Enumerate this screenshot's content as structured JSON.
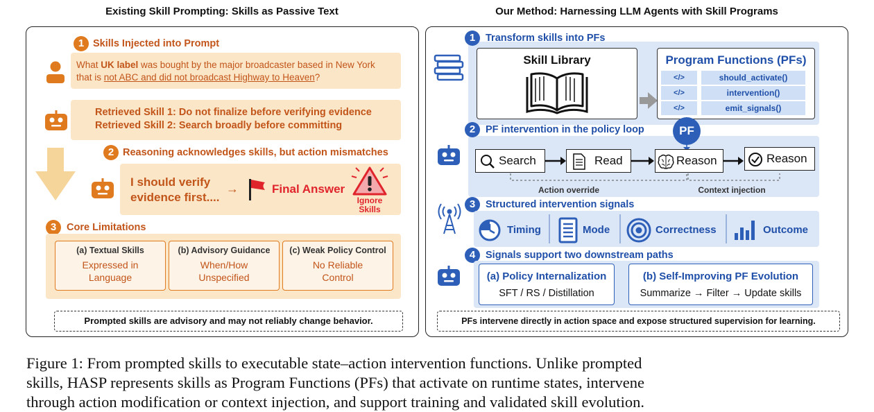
{
  "left_panel": {
    "title": "Existing Skill Prompting: Skills as Passive Text",
    "sec1": {
      "num": "1",
      "title": "Skills Injected into Prompt",
      "query_p1": "What ",
      "query_bold": "UK label",
      "query_p2": " was bought by the major broadcaster based in New York",
      "query_p3": "that is ",
      "query_underlined": "not ABC and did not broadcast Highway to Heaven",
      "query_p4": "?",
      "skill1": "Retrieved Skill 1: Do not finalize before verifying evidence",
      "skill2": "Retrieved Skill 2: Search broadly before committing"
    },
    "sec2": {
      "num": "2",
      "title": "Reasoning acknowledges skills, but action mismatches",
      "reason_line1": "I should verify",
      "reason_line2": "evidence first....",
      "arrow": "→",
      "final_answer": "Final Answer",
      "ignore": "Ignore",
      "skills": "Skills"
    },
    "sec3": {
      "num": "3",
      "title": "Core Limitations",
      "limits": [
        {
          "head": "(a) Textual Skills",
          "line1": "Expressed in",
          "line2": "Language"
        },
        {
          "head": "(b) Advisory Guidance",
          "line1": "When/How",
          "line2": "Unspecified"
        },
        {
          "head": "(c) Weak Policy Control",
          "line1": "No Reliable",
          "line2": "Control"
        }
      ]
    },
    "footer": "Prompted skills are advisory and may not reliably change behavior."
  },
  "right_panel": {
    "title": "Our Method: Harnessing LLM Agents with Skill Programs",
    "sec1": {
      "num": "1",
      "title": "Transform skills into PFs",
      "library": "Skill Library",
      "pf_title": "Program Functions (PFs)",
      "tag": "</>",
      "functions": [
        "should_activate()",
        "intervention()",
        "emit_signals()"
      ]
    },
    "sec2": {
      "num": "2",
      "title": "PF intervention in the policy loop",
      "pf_badge": "PF",
      "nodes": [
        "Search",
        "Read",
        "Reason",
        "Reason"
      ],
      "action_override": "Action override",
      "context_injection": "Context injection"
    },
    "sec3": {
      "num": "3",
      "title": "Structured intervention signals",
      "signals": [
        "Timing",
        "Mode",
        "Correctness",
        "Outcome"
      ]
    },
    "sec4": {
      "num": "4",
      "title": "Signals support two downstream paths",
      "path_a_title": "(a) Policy Internalization",
      "path_a_text": "SFT / RS / Distillation",
      "path_b_title": "(b) Self-Improving PF Evolution",
      "path_b_text": "Summarize → Filter → Update skills"
    },
    "footer": "PFs intervene directly in action space and expose structured supervision for learning."
  },
  "caption": {
    "line1": "Figure 1: From prompted skills to executable state–action intervention functions. Unlike prompted",
    "line2": "skills, HASP represents skills as Program Functions (PFs) that activate on runtime states, intervene",
    "line3": "through action modification or context injection, and support training and validated skill evolution."
  },
  "colors": {
    "orange_accent": "#e07a1f",
    "orange_text": "#c2551a",
    "tan_fill": "#fbe6c8",
    "blue_accent": "#2d5fb8",
    "blue_fill": "#dbe6f7",
    "red_flag": "#e0242b"
  },
  "icons": [
    "user-icon",
    "robot-icon",
    "down-arrow-icon",
    "flag-icon",
    "warning-icon",
    "books-icon",
    "open-book-icon",
    "gray-arrow-icon",
    "magnifier-icon",
    "document-icon",
    "brain-icon",
    "check-circle-icon",
    "antenna-icon",
    "clock-icon",
    "list-icon",
    "target-icon",
    "bar-chart-icon"
  ]
}
